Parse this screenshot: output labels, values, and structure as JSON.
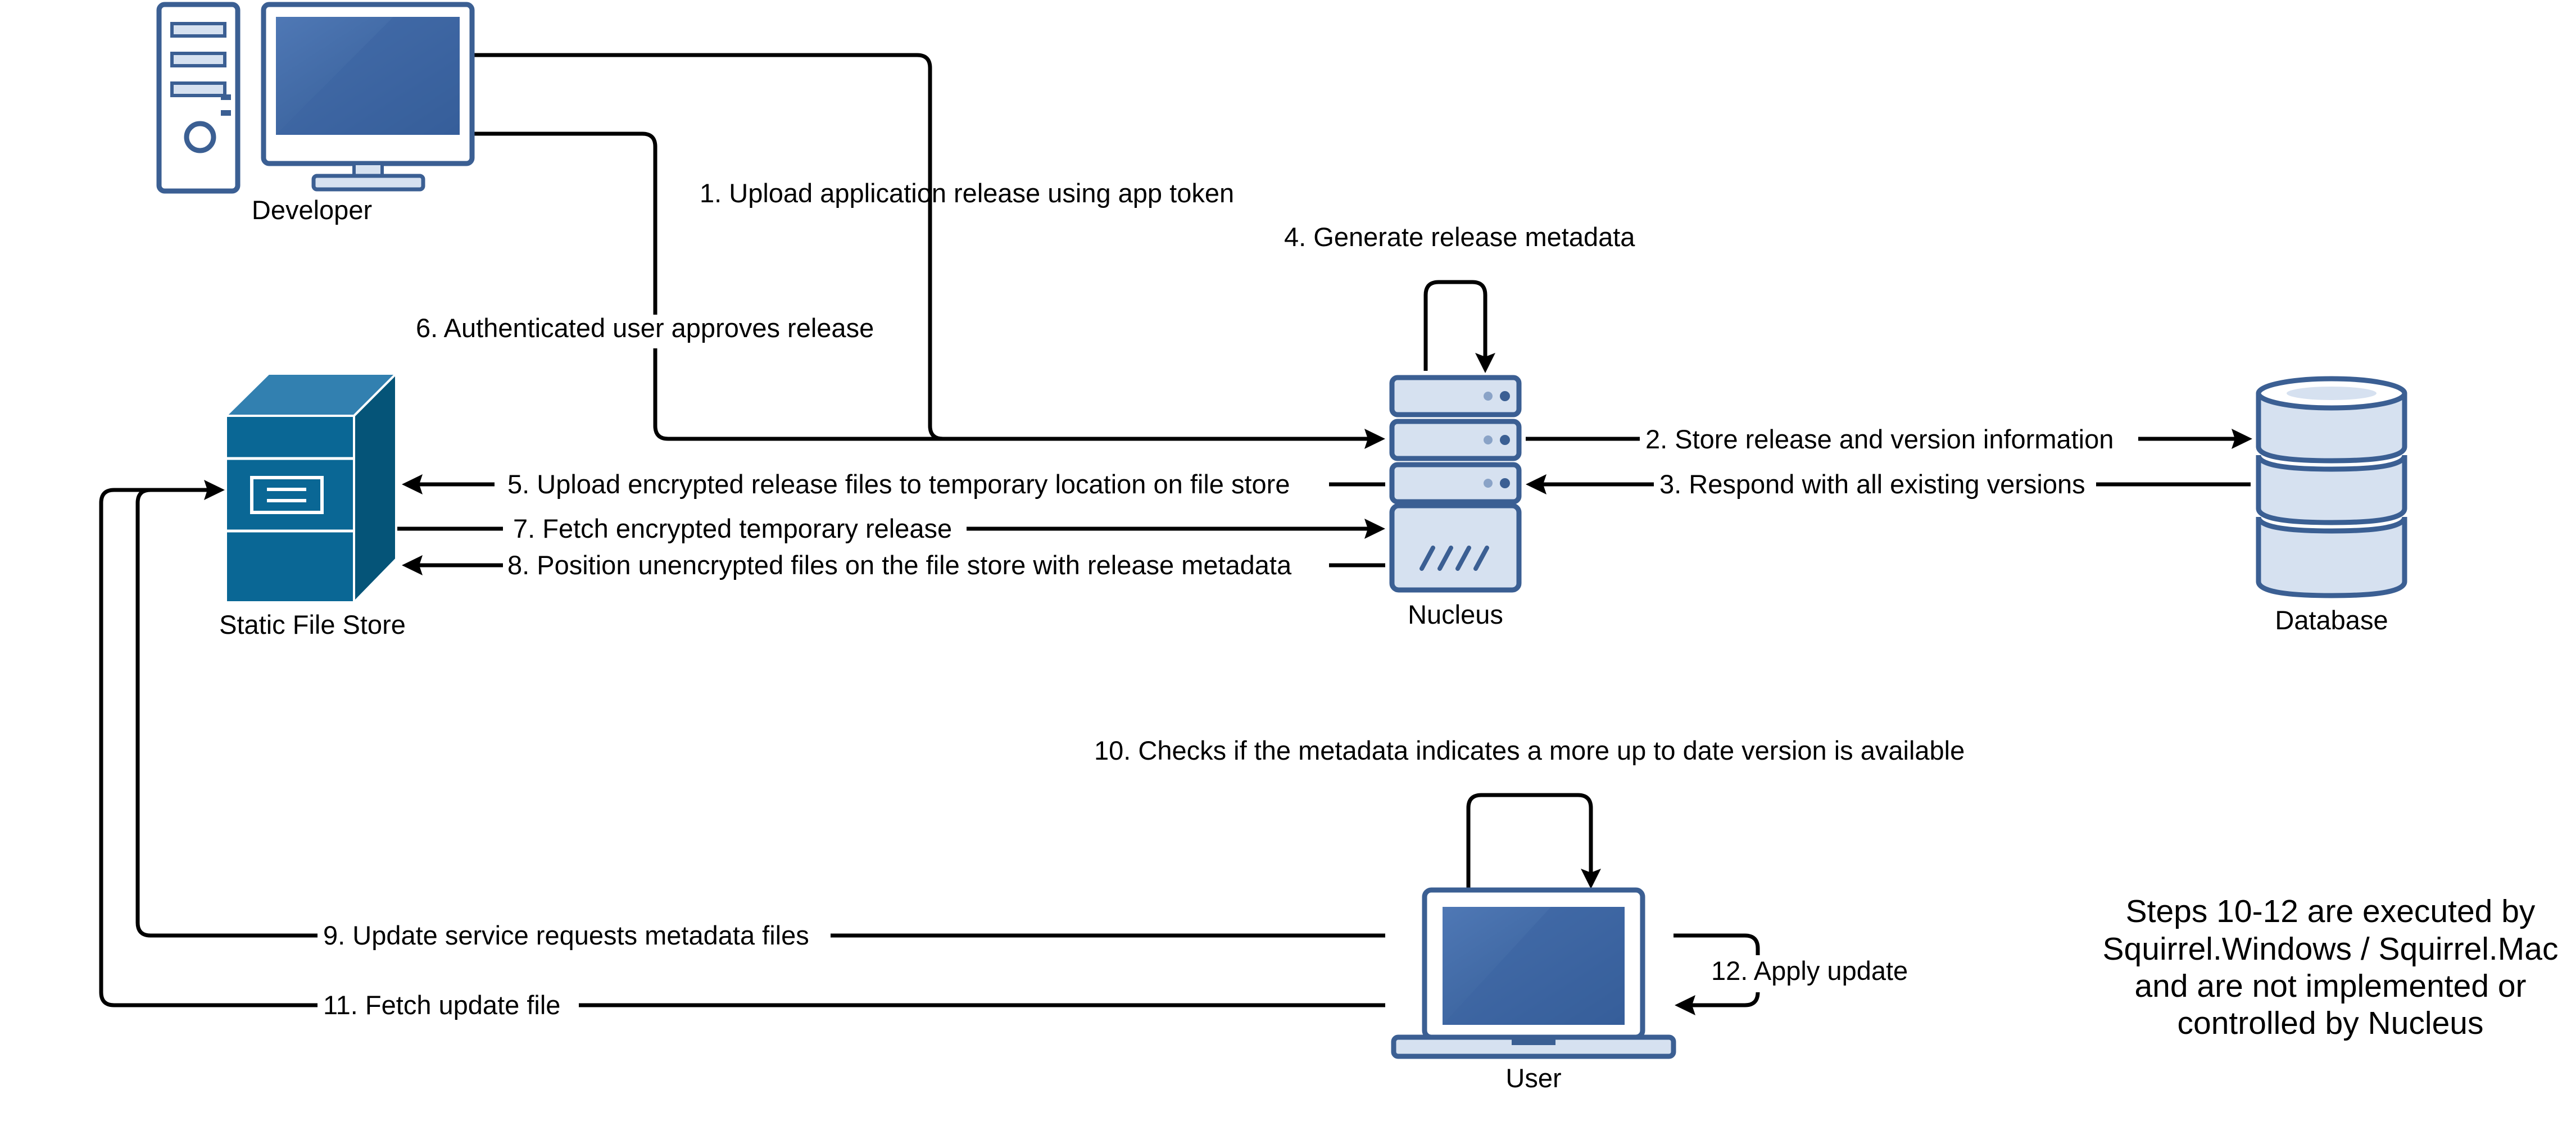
{
  "nodes": {
    "developer": "Developer",
    "static_file_store": "Static File Store",
    "nucleus": "Nucleus",
    "database": "Database",
    "user": "User"
  },
  "steps": {
    "s1": "1. Upload application release using app token",
    "s2": "2. Store release and version information",
    "s3": "3. Respond with all existing versions",
    "s4": "4. Generate release metadata",
    "s5": "5. Upload encrypted release files to temporary location on file store",
    "s6": "6. Authenticated user approves release",
    "s7": "7. Fetch encrypted temporary release",
    "s8": "8. Position unencrypted files on the file store with release metadata",
    "s9": "9. Update service requests metadata files",
    "s10": "10. Checks if the metadata indicates a more up to date version is available",
    "s11": "11. Fetch update file",
    "s12": "12. Apply update"
  },
  "note": [
    "Steps 10-12 are executed by",
    "Squirrel.Windows / Squirrel.Mac",
    "and are not implemented or",
    "controlled by Nucleus"
  ],
  "colors": {
    "icon_stroke": "#3b5f93",
    "icon_fill_light": "#d6e1f0",
    "screen_blue": "#3d65a3",
    "store_blue": "#0a6795",
    "line": "#000000",
    "background": "#ffffff"
  }
}
